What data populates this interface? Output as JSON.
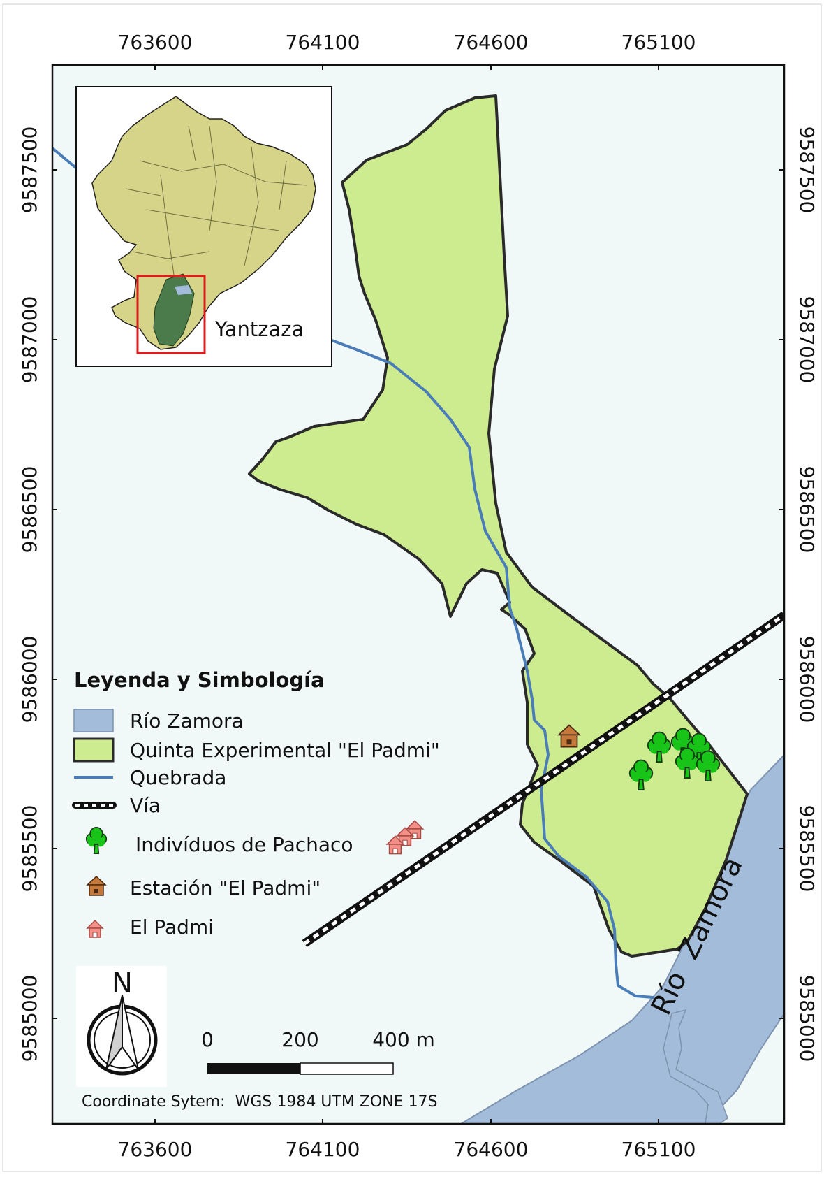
{
  "axes": {
    "x_ticks": [
      "763600",
      "764100",
      "764600",
      "765100"
    ],
    "y_ticks": [
      "9587500",
      "9587000",
      "9586500",
      "9586000",
      "9585500",
      "9585000"
    ]
  },
  "inset": {
    "label": "Yantzaza"
  },
  "river_label": "Río  Zamora",
  "legend": {
    "title": "Leyenda y Simbología",
    "items": [
      "Río Zamora",
      "Quinta Experimental \"El Padmi\"",
      "Quebrada",
      "Vía",
      "Indivíduos de Pachaco",
      "Estación \"El Padmi\"",
      "El Padmi"
    ]
  },
  "north_arrow": {
    "label": "N"
  },
  "scale_bar": {
    "labels": [
      "0",
      "200",
      "400 m"
    ]
  },
  "coordinate_system": "Coordinate Sytem:  WGS 1984 UTM ZONE 17S",
  "colors": {
    "map_background": "#f1f9f8",
    "quinta_fill": "#cdeb8f",
    "quinta_stroke": "#2a2a2a",
    "river_fill": "#a3bcd9",
    "river_stroke": "#7d93b0",
    "quebrada": "#4a7db8",
    "tree": "#19c419",
    "station": "#c4783a",
    "village": "#f28f87",
    "inset_land": "#d6d488",
    "inset_selection": "#e01b1b"
  }
}
